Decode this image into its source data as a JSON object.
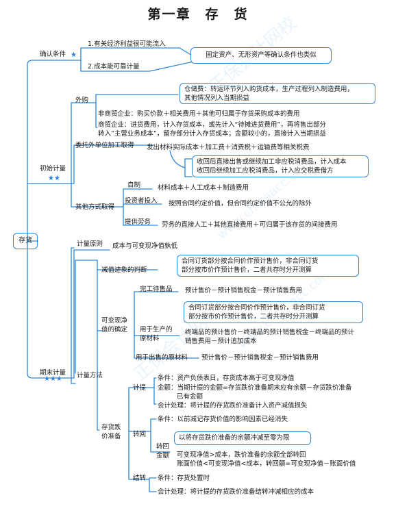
{
  "title": "第一章　存　货",
  "root": "存货",
  "recognition": {
    "label": "确认条件",
    "stars": "★",
    "item1": "1.有关经济利益很可能流入",
    "item2": "2.成本能可靠计量",
    "note": "固定资产、无形资产等确认条件也类似"
  },
  "initial": {
    "label": "初始计量",
    "stars": "★★",
    "purchase": {
      "label": "外购",
      "storage": [
        "仓储费：转运环节列入购货成本，生产过程列入制造费用，",
        "其他情况列入当期损益"
      ],
      "nontrade": "非商贸企业：购买价款＋相关费用＋其他可归属于存货采购成本的费用",
      "trade": [
        "商贸企业：进货费用，计入存货成本，或先计入“待摊进货费用”，再将售出部分",
        "转入“主营业务成本”，留存部分计入存货成本；金额较小的，直接计入当期损益"
      ]
    },
    "consign": {
      "label": "委托外单位加工取得",
      "formula": "发出材料实际成本＋加工费＋消费税＋运输费等相关税费",
      "note": [
        "收回后直接出售或继续加工非应税消费品，计入成本",
        "收回后继续加工应税消费品，计入应交税费借方"
      ]
    },
    "other": {
      "label": "其他方式取得",
      "self": "自制",
      "self_formula": "材料成本＋人工成本＋制造费用",
      "invest": "投资者投入",
      "invest_text": "按照合同约定价值，但合同约定价值不公允的除外",
      "labor": "提供劳务",
      "labor_text": "劳务的直接人工＋其他直接费用＋可归属于该存货的间接费用"
    }
  },
  "subsequent": {
    "label": "期末计量",
    "stars": "★★★",
    "principle": "计量原则",
    "principle_text": "成本与可变现净值孰低",
    "method": "计量方法",
    "impairment": "减值迹象的判断",
    "nrv_label": [
      "可变现净",
      "值的确定"
    ],
    "contract_note1": [
      "合同订货部分按合同价作预计售价，非合同订货",
      "部分按市价作预计售价，二者共存时分开测算"
    ],
    "finished_label": "完工待售品",
    "finished_formula": "预计售价－预计销售税金－预计销售费用",
    "contract_note2": [
      "合同订货部分按合同价作预计售价，非合同订货",
      "部分按市价作预计售价，二者共存时分开测算"
    ],
    "prod_label": [
      "用于生产的",
      "原材料"
    ],
    "prod_formula": [
      "终端品的预计售价－终端品的预计销售税金－终端品的预计",
      "销售费用－预计追加成本"
    ],
    "sale_label": "用于出售的原材料",
    "sale_formula": "预计售价－预计销售税金－预计销售费用",
    "allowance_label": [
      "存货跌",
      "价准备"
    ],
    "provision": {
      "label": "计提",
      "cond": "条件：资产负债表日，存货成本高于可变现净值",
      "amount": [
        "金额：当期计提的金额=存货跌价准备期末应有余额－存货跌价准备",
        "已有金额"
      ],
      "acct": "会计处理：将计提的存货跌价准备计入资产减值损失"
    },
    "reversal": {
      "label": "转回",
      "cond": "条件：以前减记存货价值的影响因素已经消失",
      "sub_label": [
        "转回",
        "金额"
      ],
      "note": "以将存货跌价准备的余额冲减至零为限",
      "r1": "可变现净值>成本，跌价准备的余额全部转回",
      "r2": "账面价值<可变现净值<成本，转回额=可变现净值－账面价值"
    },
    "transfer": {
      "label": "结转",
      "cond": "条件：存货处置时",
      "acct": "会计处理：将计提的存货跌价准备结转冲减相应的成本"
    }
  },
  "watermarks": [
    "正保会计网校",
    "www.chinaacc.com",
    "正保会计网校",
    "www.chinaacc.com"
  ],
  "colors": {
    "line": "#2e86d6",
    "star": "#2a7de1",
    "text": "#1a1a1a"
  }
}
